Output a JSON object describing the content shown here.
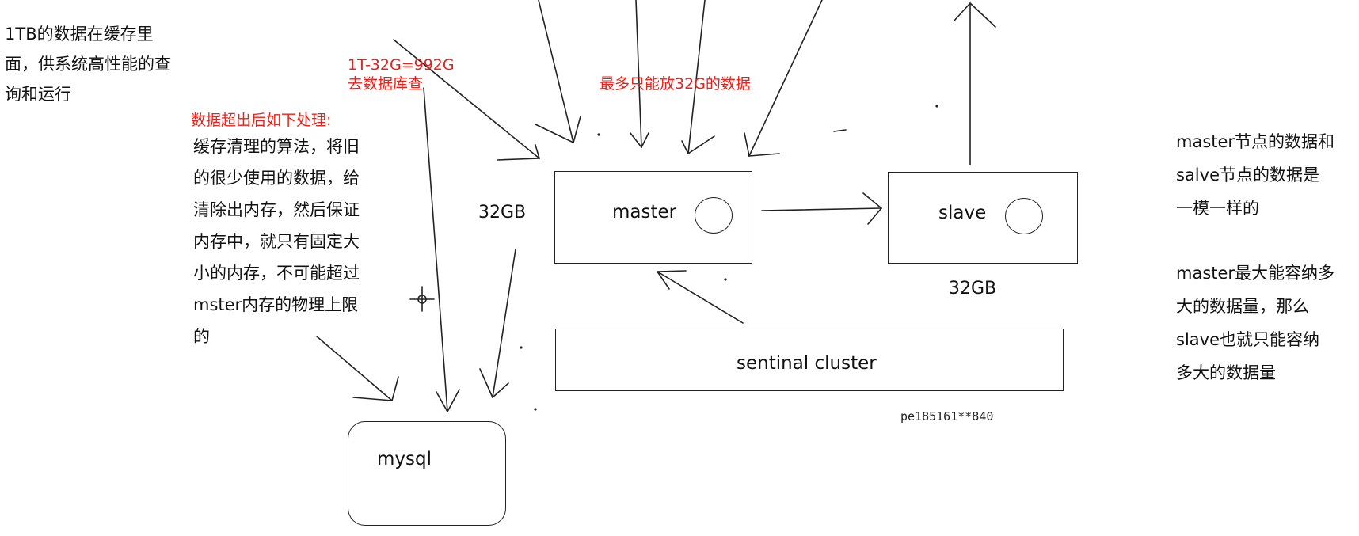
{
  "notes": {
    "top_left": [
      "1TB的数据在缓存里",
      "面，供系统高性能的查",
      "询和运行"
    ],
    "red_calc": [
      "1T-32G=992G",
      "去数据库查"
    ],
    "red_overflow_title": "数据超出后如下处理:",
    "red_top_center": "最多只能放32G的数据",
    "eviction": [
      "缓存清理的算法，将旧",
      "的很少使用的数据，给",
      "清除出内存，然后保证",
      "内存中，就只有固定大",
      "小的内存，不可能超过",
      "mster内存的物理上限",
      "的"
    ],
    "right_top": [
      "master节点的数据和",
      "salve节点的数据是",
      "一模一样的"
    ],
    "right_bottom": [
      "master最大能容纳多",
      "大的数据量，那么",
      "slave也就只能容纳",
      "多大的数据量"
    ]
  },
  "nodes": {
    "master": "master",
    "slave": "slave",
    "sentinel": "sentinal cluster",
    "mysql": "mysql"
  },
  "capacity": {
    "master_label": "32GB",
    "slave_label": "32GB"
  },
  "watermark": "pe185161**840",
  "colors": {
    "annotation_red": "#e8211b",
    "ink": "#222222"
  }
}
